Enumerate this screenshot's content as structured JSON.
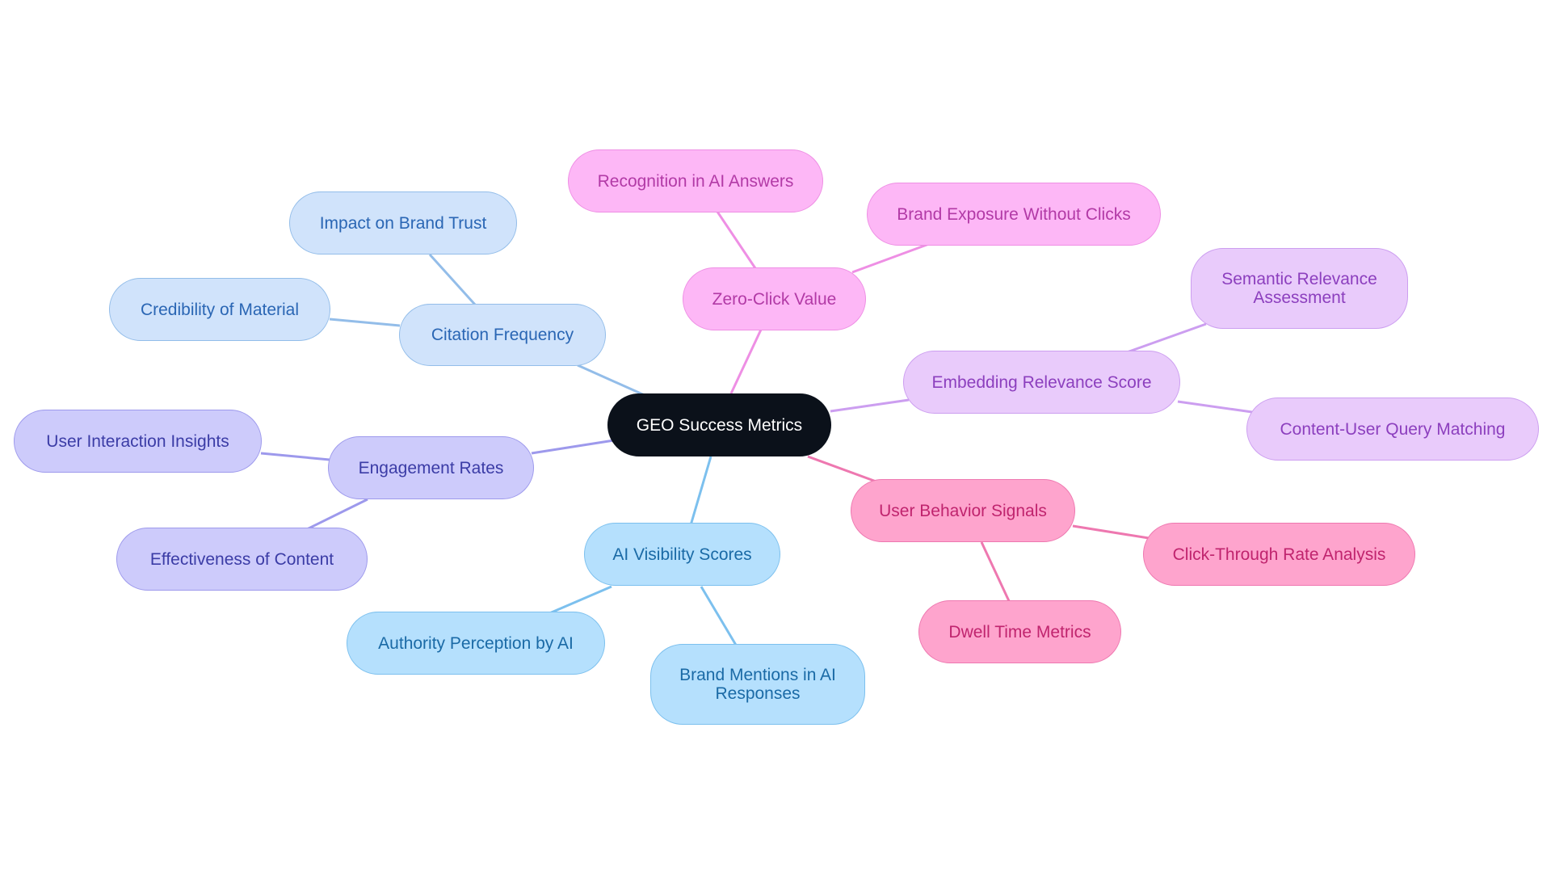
{
  "diagram": {
    "central": {
      "label": "GEO Success Metrics"
    },
    "branches": [
      {
        "label": "Citation Frequency",
        "children": [
          "Impact on Brand Trust",
          "Credibility of Material"
        ]
      },
      {
        "label": "Engagement Rates",
        "children": [
          "User Interaction Insights",
          "Effectiveness of Content"
        ]
      },
      {
        "label": "AI Visibility Scores",
        "children": [
          "Authority Perception by AI",
          "Brand Mentions in AI Responses"
        ]
      },
      {
        "label": "Zero-Click Value",
        "children": [
          "Recognition in AI Answers",
          "Brand Exposure Without Clicks"
        ]
      },
      {
        "label": "Embedding Relevance Score",
        "children": [
          "Semantic Relevance Assessment",
          "Content-User Query Matching"
        ]
      },
      {
        "label": "User Behavior Signals",
        "children": [
          "Click-Through Rate Analysis",
          "Dwell Time Metrics"
        ]
      }
    ]
  },
  "colors": {
    "central_fill": "#0b111a",
    "citation_frequency": "#d0e3fb",
    "engagement_rates": "#cdcbfb",
    "ai_visibility_scores": "#b5e0fd",
    "zero_click_value": "#fdb7f6",
    "embedding_relevance_score": "#e9cbfb",
    "user_behavior_signals": "#fea4cd"
  }
}
